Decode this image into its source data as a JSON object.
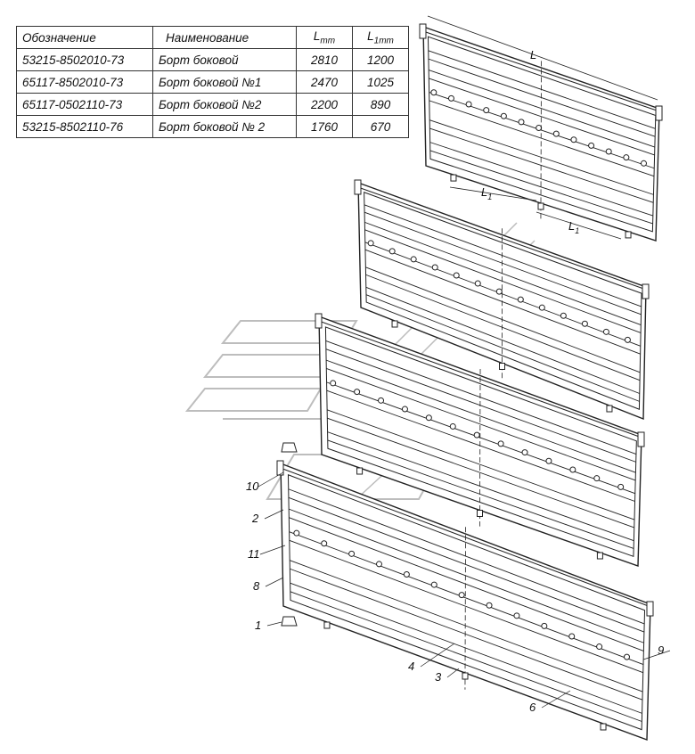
{
  "table": {
    "headers": {
      "designation": "Обозначение",
      "name": "Наименование",
      "L": "L",
      "L_sub": "mm",
      "L1": "L",
      "L1_sub": "1mm"
    },
    "rows": [
      {
        "designation": "53215-8502010-73",
        "name": "Борт боковой",
        "L": "2810",
        "L1": "1200"
      },
      {
        "designation": "65117-8502010-73",
        "name": "Борт боковой №1",
        "L": "2470",
        "L1": "1025"
      },
      {
        "designation": "65117-0502110-73",
        "name": "Борт боковой №2",
        "L": "2200",
        "L1": "890"
      },
      {
        "designation": "53215-8502110-76",
        "name": "Борт боковой № 2",
        "L": "1760",
        "L1": "670"
      }
    ]
  },
  "dimensions": {
    "L": "L",
    "L1": "L",
    "L1_sub": "1"
  },
  "callouts": [
    "10",
    "2",
    "11",
    "8",
    "1",
    "4",
    "3",
    "6",
    "9"
  ],
  "colors": {
    "line": "#222222",
    "watermark": "#bdbdbd"
  }
}
